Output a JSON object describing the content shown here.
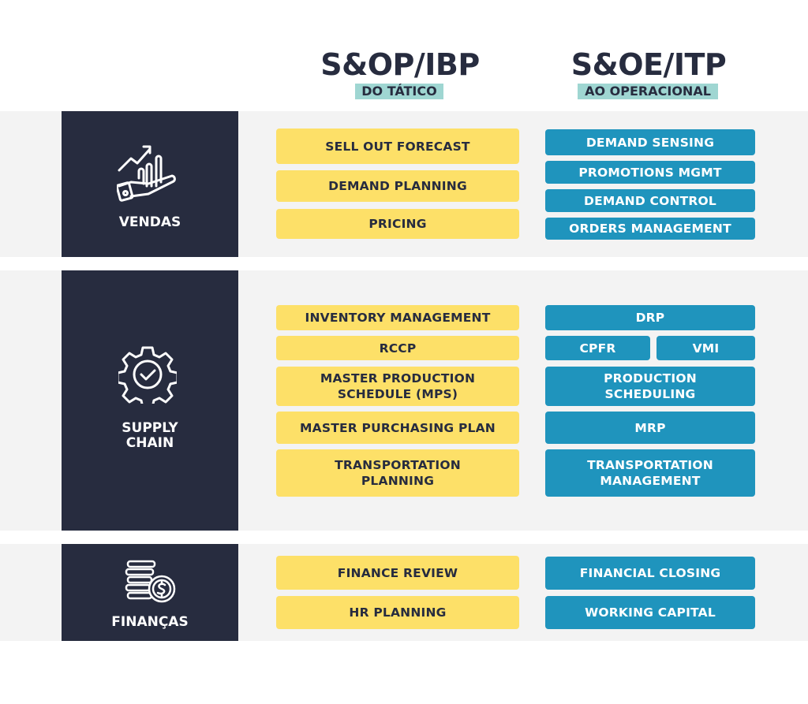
{
  "header": {
    "left_title": "S&OP/IBP",
    "left_subtitle": "DO TÁTICO",
    "right_title": "S&OE/ITP",
    "right_subtitle": "AO OPERACIONAL"
  },
  "colors": {
    "navy": "#272c3f",
    "yellow": "#fde068",
    "blue": "#1f94bd",
    "teal": "#9fd6d2"
  },
  "sections": {
    "vendas": {
      "label": "VENDAS",
      "icon": "hand-growth-chart-icon",
      "tactical": [
        "SELL OUT FORECAST",
        "DEMAND PLANNING",
        "PRICING"
      ],
      "operational": [
        "DEMAND SENSING",
        "PROMOTIONS MGMT",
        "DEMAND CONTROL",
        "ORDERS MANAGEMENT"
      ]
    },
    "supply": {
      "label1": "SUPPLY",
      "label2": "CHAIN",
      "icon": "gear-check-icon",
      "tactical": [
        "INVENTORY MANAGEMENT",
        "RCCP",
        "MASTER PRODUCTION SCHEDULE (MPS)",
        "MASTER PURCHASING PLAN",
        "TRANSPORTATION PLANNING"
      ],
      "operational": [
        "DRP",
        "CPFR",
        "VMI",
        "PRODUCTION SCHEDULING",
        "MRP",
        "TRANSPORTATION MANAGEMENT"
      ]
    },
    "financas": {
      "label": "FINANÇAS",
      "icon": "coins-dollar-icon",
      "tactical": [
        "FINANCE REVIEW",
        "HR PLANNING"
      ],
      "operational": [
        "FINANCIAL CLOSING",
        "WORKING CAPITAL"
      ]
    }
  }
}
